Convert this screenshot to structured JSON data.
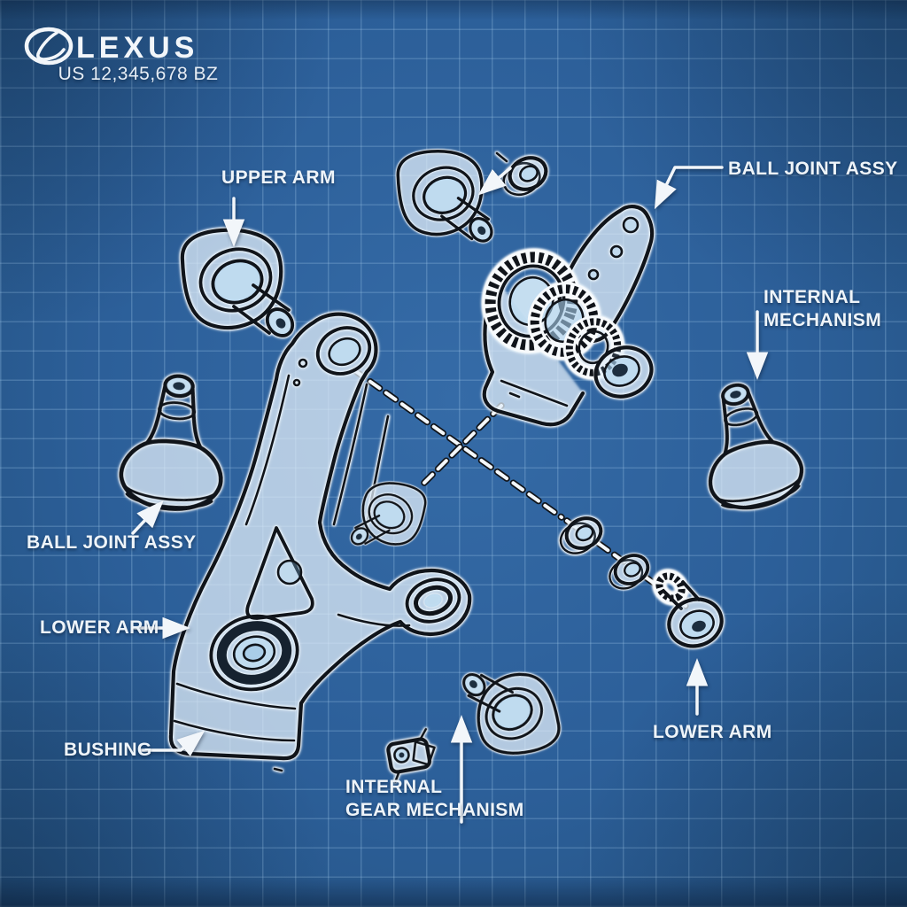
{
  "header": {
    "brand": "LEXUS",
    "patent_number": "US 12,345,678 BZ"
  },
  "callouts": {
    "upper_arm": "UPPER ARM",
    "ball_joint_assy_right": "BALL JOINT ASSY",
    "internal_mechanism": "INTERNAL\nMECHANISM",
    "ball_joint_assy_left": "BALL JOINT ASSY",
    "lower_arm_left": "LOWER ARM",
    "bushing": "BUSHING",
    "internal_gear_mechanism": "INTERNAL\nGEAR MECHANISM",
    "lower_arm_right": "LOWER ARM"
  },
  "colors": {
    "background": "#2c5f99",
    "grid_line": "#98c1e4",
    "line_art": "#10141a",
    "halo": "#f7fafc",
    "label_text": "#eef4f9",
    "accent_light": "#a6cdea",
    "accent_dark": "#1d2e3f"
  }
}
